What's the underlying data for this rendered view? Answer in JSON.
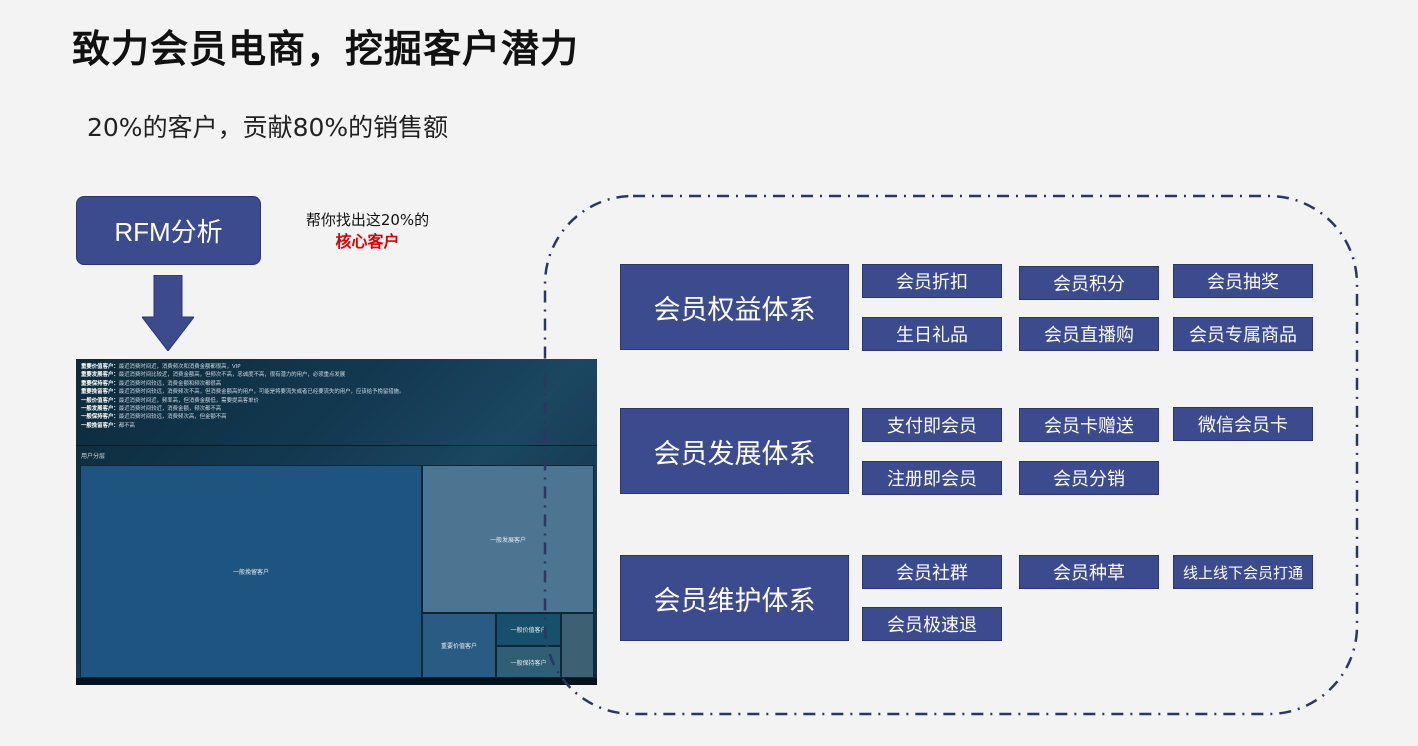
{
  "title": "致力会员电商，挖掘客户潜力",
  "subtitle": "20%的客户，贡献80%的销售额",
  "rfm_label": "RFM分析",
  "note": {
    "line1": "帮你找出这20%的",
    "line2": "核心客户"
  },
  "dashboard": {
    "legend": [
      {
        "name": "重要价值客户：",
        "desc": "最近消费时间近，消费频次和消费金额都很高，VIP"
      },
      {
        "name": "重要发展客户：",
        "desc": "最近消费时间比较近，消费金额高，但频次不高，忠诚度不高，很有潜力的用户，必须重点发展"
      },
      {
        "name": "重要保持客户：",
        "desc": "最近消费时间较远，消费金额和频次都很高"
      },
      {
        "name": "重要挽留客户：",
        "desc": "最近消费时间较远，消费频次不高，但消费金额高的用户，可能是将要流失或者已经要流失的用户，应该给予挽留措施。"
      },
      {
        "name": "一般价值客户：",
        "desc": "最近消费时间近，频率高，但消费金额低，需要提高客单价"
      },
      {
        "name": "一般发展客户：",
        "desc": "最近消费时间较近，消费金额，频次都不高"
      },
      {
        "name": "一般保持客户：",
        "desc": "最近消费时间较远，消费频次高，但金额不高"
      },
      {
        "name": "一般挽留客户：",
        "desc": "都不高"
      }
    ],
    "panel_label": "用户分层",
    "segments": {
      "general_retain": "一般挽留客户",
      "general_develop": "一般发展客户",
      "important_value": "重要价值客户",
      "general_value": "一般价值客户",
      "general_keep": "一般保持客户"
    },
    "colors": {
      "general_retain": "#1d5580",
      "general_develop": "#4b7590",
      "important_value": "#2a5b82",
      "general_value": "#17506b",
      "general_keep": "#2f5f75"
    }
  },
  "systems": [
    {
      "label": "会员权益体系",
      "items": [
        "会员折扣",
        "会员积分",
        "会员抽奖",
        "生日礼品",
        "会员直播购",
        "会员专属商品"
      ]
    },
    {
      "label": "会员发展体系",
      "items": [
        "支付即会员",
        "会员卡赠送",
        "微信会员卡",
        "注册即会员",
        "会员分销"
      ]
    },
    {
      "label": "会员维护体系",
      "items": [
        "会员社群",
        "会员种草",
        "线上线下会员打通",
        "会员极速退"
      ]
    }
  ],
  "colors": {
    "box": "#3c4a8e",
    "accent_red": "#e00000",
    "dash_border": "#2c3563"
  }
}
